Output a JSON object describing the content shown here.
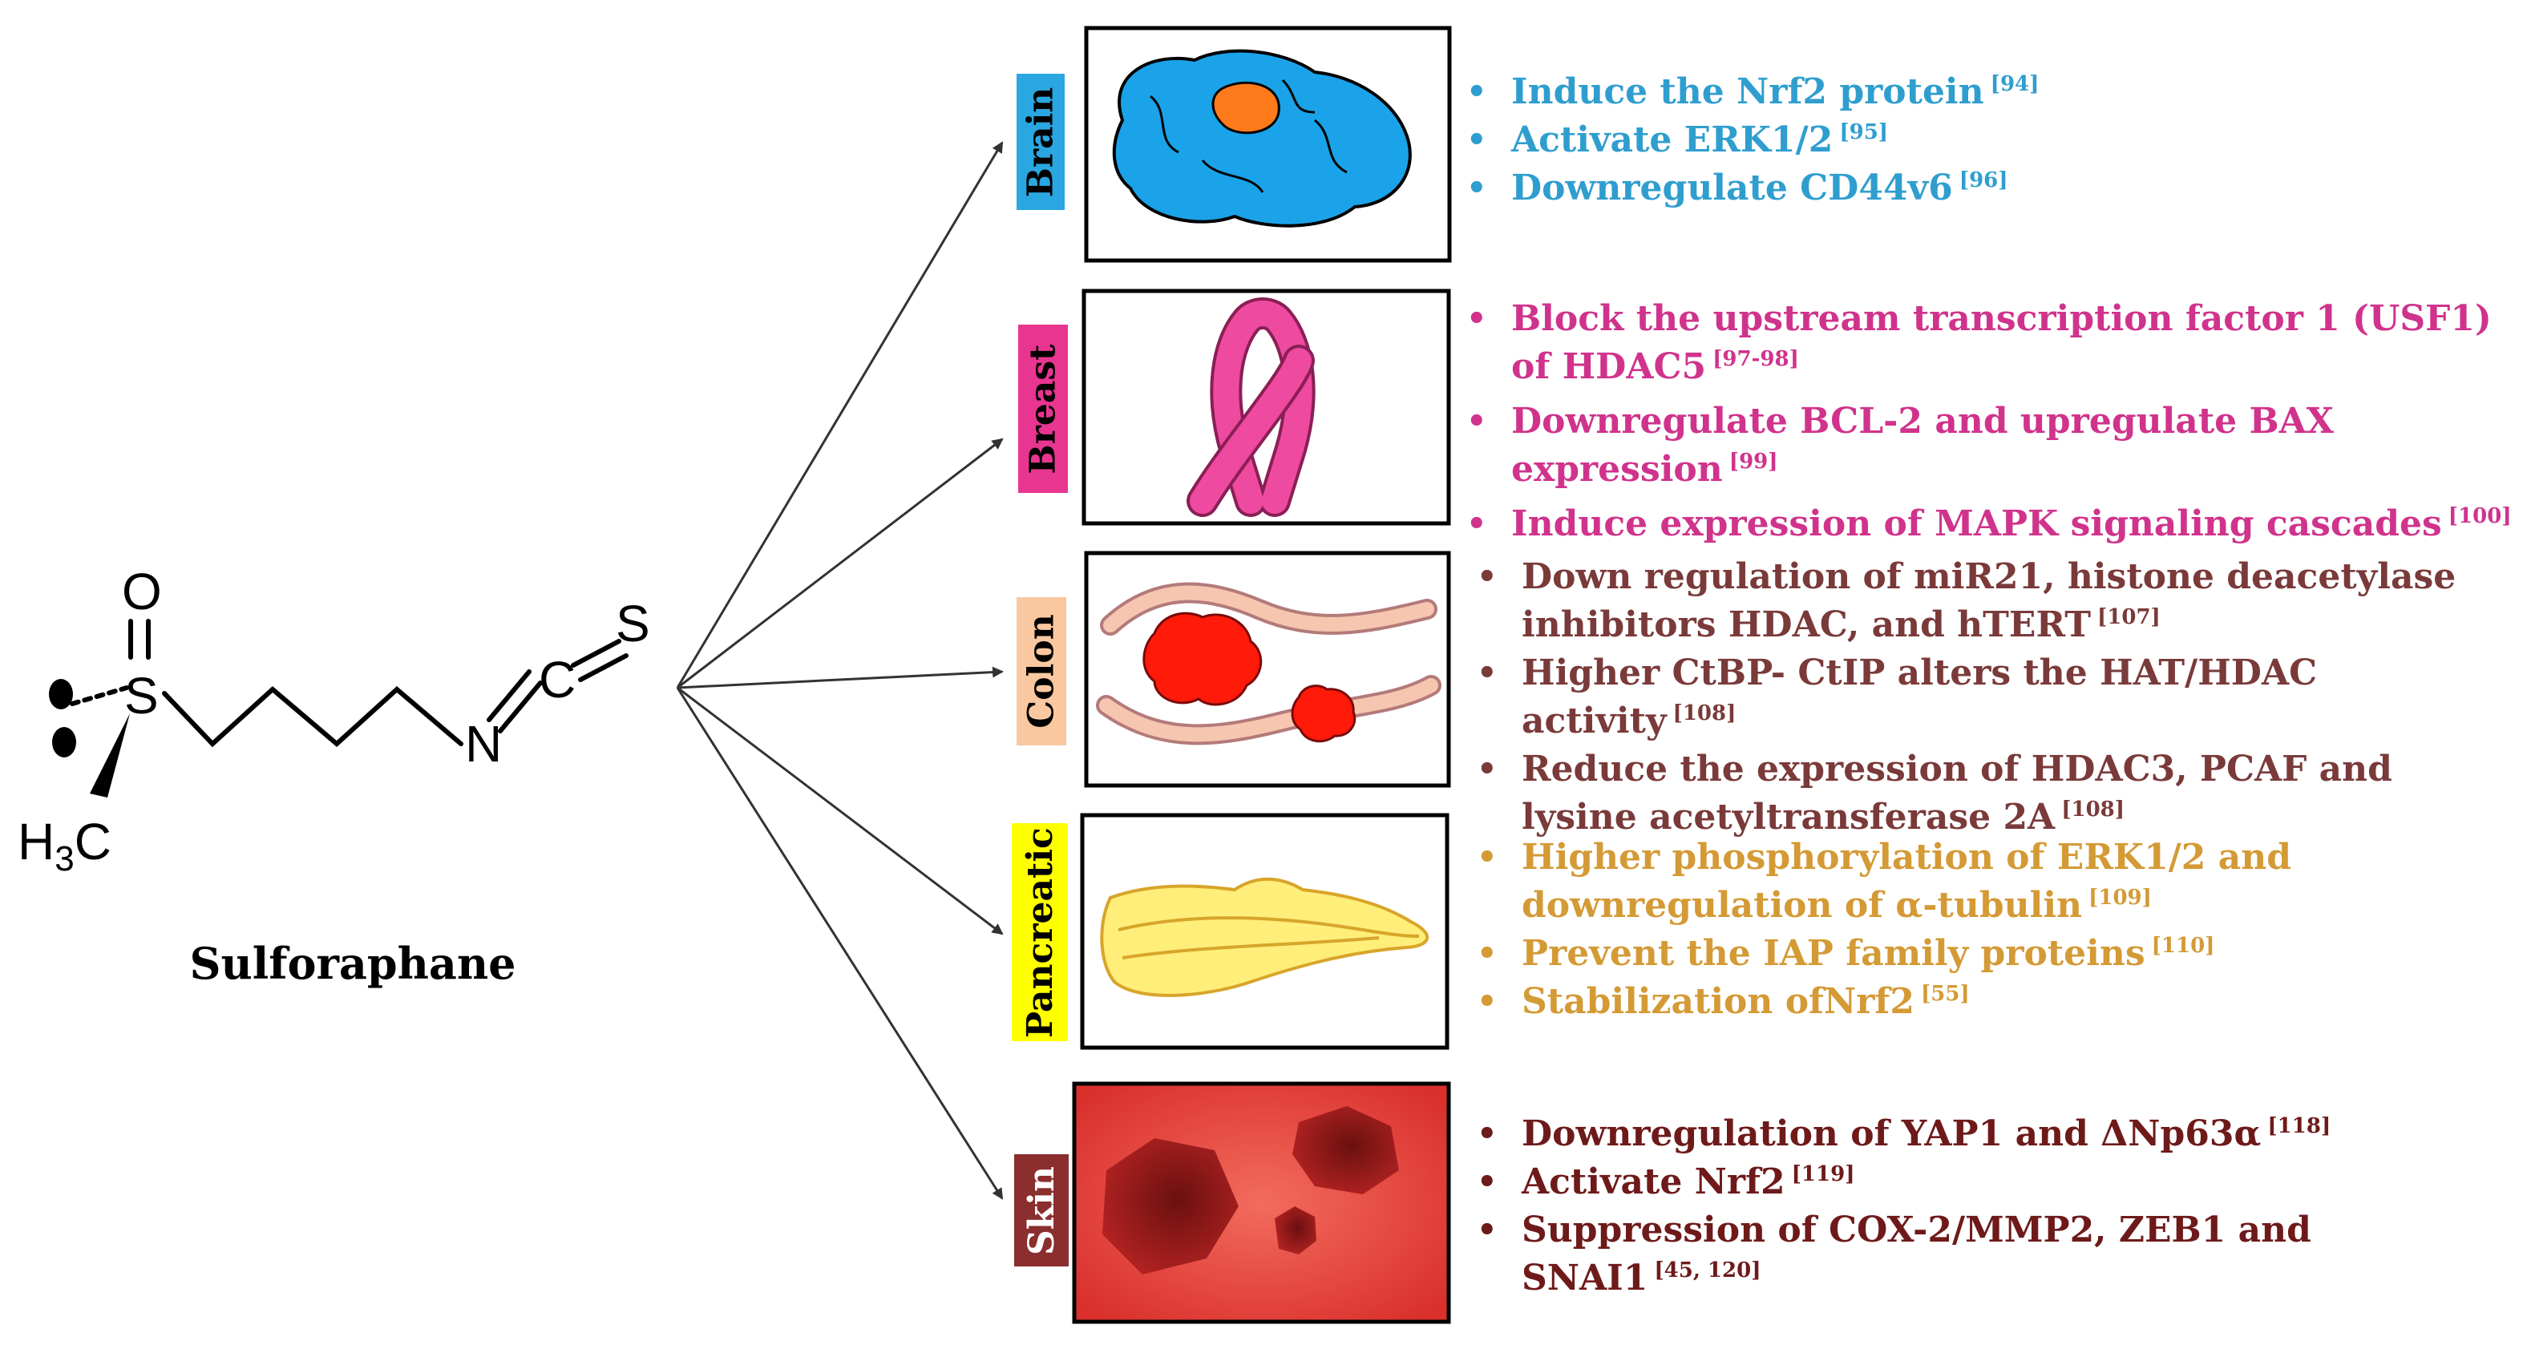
{
  "compound": {
    "name": "Sulforaphane",
    "atoms": {
      "oxygen": "O",
      "sulfur": "S",
      "nitrogen": "N",
      "carbon": "C",
      "sulfur2": "S",
      "methyl": "H3C"
    }
  },
  "organs": [
    {
      "label": "Brain",
      "tab_color": "#2aa6e0",
      "tab_text_color": "#000000",
      "text_color": "#2f9ecf",
      "icon": "brain-icon",
      "items": [
        {
          "text": "Induce the Nrf2 protein",
          "ref": "[94]"
        },
        {
          "text": "Activate ERK1/2",
          "ref": "[95]"
        },
        {
          "text": "Downregulate CD44v6",
          "ref": "[96]"
        }
      ]
    },
    {
      "label": "Breast",
      "tab_color": "#e8358f",
      "tab_text_color": "#000000",
      "text_color": "#d0338c",
      "icon": "pink-ribbon-icon",
      "items": [
        {
          "text": "Block the upstream transcription factor 1 (USF1) of HDAC5",
          "ref": "[97-98]"
        },
        {
          "text": "Downregulate BCL-2 and upregulate BAX expression",
          "ref": "[99]"
        },
        {
          "text": "Induce expression of MAPK signaling cascades",
          "ref": "[100]"
        }
      ]
    },
    {
      "label": "Colon",
      "tab_color": "#f9c8a0",
      "tab_text_color": "#000000",
      "text_color": "#7a3a3a",
      "icon": "colon-tumor-icon",
      "items": [
        {
          "text": "Down regulation of miR21, histone deacetylase inhibitors HDAC, and hTERT",
          "ref": "[107]"
        },
        {
          "text": "Higher CtBP- CtIP alters the HAT/HDAC activity",
          "ref": "[108]"
        },
        {
          "text": "Reduce the expression of HDAC3, PCAF and lysine acetyltransferase 2A",
          "ref": "[108]"
        }
      ]
    },
    {
      "label": "Pancreatic",
      "tab_color": "#ffff00",
      "tab_text_color": "#000000",
      "text_color": "#d49a35",
      "icon": "pancreas-icon",
      "items": [
        {
          "text": "Higher phosphorylation of ERK1/2 and downregulation of α-tubulin",
          "ref": "[109]"
        },
        {
          "text": "Prevent the IAP family proteins",
          "ref": "[110]"
        },
        {
          "text": "Stabilization ofNrf2",
          "ref": "[55]"
        }
      ]
    },
    {
      "label": "Skin",
      "tab_color": "#8b2e2e",
      "tab_text_color": "#ffffff",
      "text_color": "#6e1a1a",
      "icon": "skin-lesion-icon",
      "items": [
        {
          "text": "Downregulation of YAP1 and ΔNp63α",
          "ref": "[118]"
        },
        {
          "text": "Activate Nrf2",
          "ref": "[119]"
        },
        {
          "text": "Suppression of COX-2/MMP2, ZEB1 and SNAI1",
          "ref": "[45, 120]"
        }
      ]
    }
  ]
}
